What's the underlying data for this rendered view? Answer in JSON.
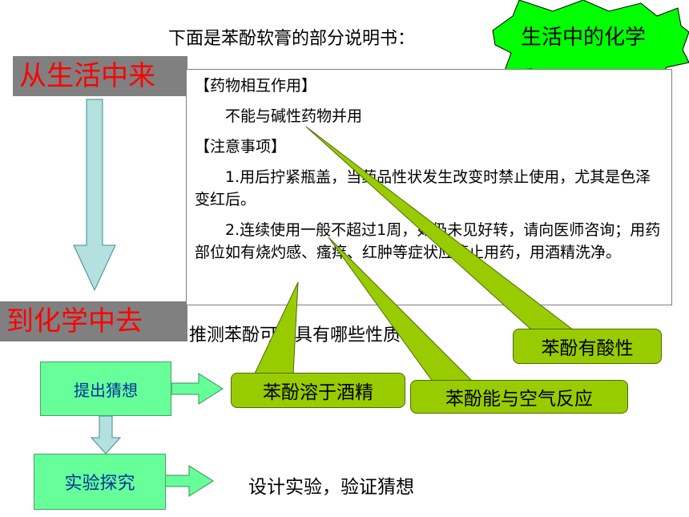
{
  "title": "下面是苯酚软膏的部分说明书：",
  "starburst_label": "生活中的化学",
  "from_life_label": "从生活中来",
  "to_chemistry_label": "到化学中去",
  "instructions": {
    "section1_heading": "【药物相互作用】",
    "section1_text": "不能与碱性药物并用",
    "section2_heading": "【注意事项】",
    "item1": "1.用后拧紧瓶盖，当药品性状发生改变时禁止使用，尤其是色泽变红后。",
    "item2": "2.连续使用一般不超过1周，如仍未见好转，请向医师咨询；用药部位如有烧灼感、瘙痒、红肿等症状应停止用药，用酒精洗净。"
  },
  "question": "推测苯酚可能具有哪些性质？",
  "flow": {
    "propose_label": "提出猜想",
    "experiment_label": "实验探究",
    "design_text": "设计实验，验证猜想"
  },
  "callouts": {
    "alcohol": "苯酚溶于酒精",
    "air": "苯酚能与空气反应",
    "acid": "苯酚有酸性"
  },
  "colors": {
    "callout_fill": "#99cc00",
    "green_box": "#66ff99",
    "arrow_fill": "#b4e0e0",
    "label_bg": "#808080",
    "label_text": "#ff0000",
    "starburst_fill": "#00ff00"
  }
}
